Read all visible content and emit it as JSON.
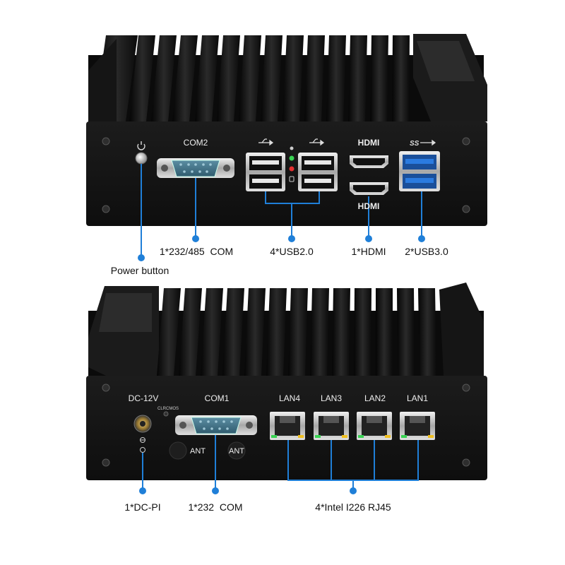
{
  "front_panel": {
    "com_label": "COM2",
    "hdmi_top_label": "HDMI",
    "hdmi_bottom_label": "HDMI"
  },
  "rear_panel": {
    "dc_label": "DC-12V",
    "clr_label": "CLR",
    "cmos_label": "CMOS",
    "com_label": "COM1",
    "ant_left_label": "ANT",
    "ant_right_label": "ANT",
    "lan_labels": [
      "LAN4",
      "LAN3",
      "LAN2",
      "LAN1"
    ]
  },
  "callouts_top": {
    "power": "Power button",
    "com": "1*232/485  COM",
    "usb2": "4*USB2.0",
    "hdmi": "1*HDMI",
    "usb3": "2*USB3.0"
  },
  "callouts_bottom": {
    "dc": "1*DC-PI",
    "com": "1*232  COM",
    "rj45": "4*Intel I226 RJ45"
  },
  "colors": {
    "callout": "#1f7fd8",
    "chassis": "#121212",
    "panel": "#1a1a1a",
    "usb3_blue": "#2b7be0",
    "led_green": "#39d353",
    "led_red": "#e53030"
  }
}
